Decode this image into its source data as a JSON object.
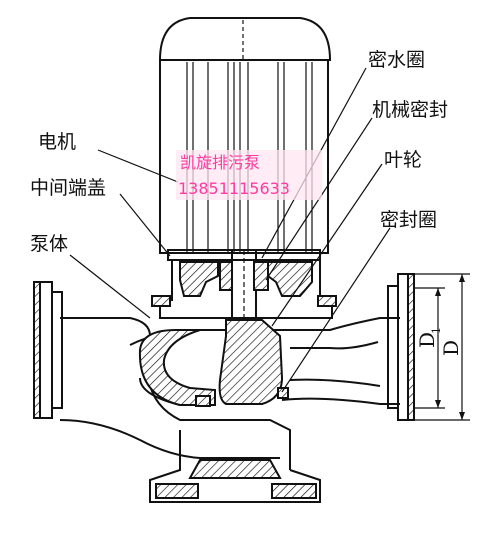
{
  "labels": {
    "motor": "电机",
    "middle_end_cover": "中间端盖",
    "pump_body": "泵体",
    "water_seal_ring": "密水圈",
    "mechanical_seal": "机械密封",
    "impeller": "叶轮",
    "seal_ring": "密封圈"
  },
  "watermark": {
    "name": "凯旋排污泵",
    "phone": "13851115633",
    "color": "#ff3aa0"
  },
  "dimensions": {
    "inner_diameter": "D",
    "inner_diameter_sub": "1",
    "outer_diameter": "D"
  }
}
